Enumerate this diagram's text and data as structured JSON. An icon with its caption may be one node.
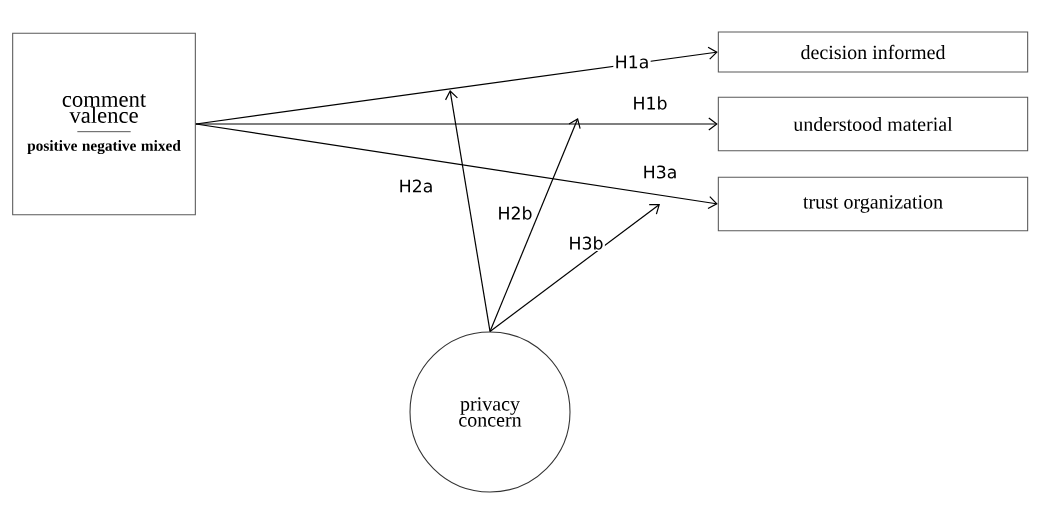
{
  "diagram": {
    "nodes": [
      {
        "text": [
          "comment valence",
          "positive negative mixed"
        ]
      },
      {
        "text": [
          "decision informed"
        ]
      },
      {
        "text": [
          "understood material"
        ]
      },
      {
        "text": [
          "trust organization"
        ]
      },
      {
        "text": [
          "privacy concern"
        ]
      }
    ],
    "edges": [
      {
        "from": 0,
        "to": 1,
        "arrow": "to",
        "label": "H1a"
      },
      {
        "from": 0,
        "to": 2,
        "arrow": "to",
        "label": "H1b"
      },
      {
        "from": 0,
        "to": 3,
        "arrow": "to",
        "label": "H3a"
      },
      {
        "from": 4,
        "to": null,
        "arrow": "to",
        "label": "H2a"
      },
      {
        "from": 4,
        "to": null,
        "arrow": "to",
        "label": "H2b"
      },
      {
        "from": 4,
        "to": null,
        "arrow": "to",
        "label": "H3b"
      }
    ]
  }
}
